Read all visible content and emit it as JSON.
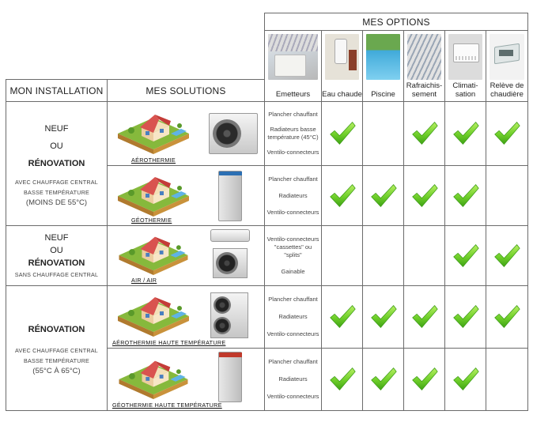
{
  "headers": {
    "options": "MES OPTIONS",
    "installation": "MON INSTALLATION",
    "solutions": "MES SOLUTIONS"
  },
  "options": [
    {
      "label": "Emetteurs"
    },
    {
      "label": "Eau chaude"
    },
    {
      "label": "Piscine"
    },
    {
      "label": "Rafraichis-sement"
    },
    {
      "label": "Climati-sation"
    },
    {
      "label": "Relève de chaudière"
    }
  ],
  "rows": [
    {
      "installation": {
        "l1": "NEUF",
        "l2": "OU",
        "l3": "RÉNOVATION",
        "l4": "AVEC CHAUFFAGE CENTRAL",
        "l5": "BASSE TEMPÉRATURE",
        "l6": "(MOINS DE 55°C)"
      },
      "solution": "AÉROTHERMIE",
      "emitters": [
        "Plancher chauffant",
        "Radiateurs basse température (45°C)",
        "Ventilo-connecteurs"
      ],
      "checks": [
        true,
        false,
        true,
        true,
        true
      ]
    },
    {
      "solution": "GÉOTHERMIE",
      "emitters": [
        "Plancher chauffant",
        "Radiateurs",
        "Ventilo-connecteurs"
      ],
      "checks": [
        true,
        true,
        true,
        true,
        false
      ]
    },
    {
      "installation": {
        "l1": "NEUF",
        "l2": "OU",
        "l3": "RÉNOVATION",
        "l4": "SANS CHAUFFAGE CENTRAL"
      },
      "solution": "AIR / AIR",
      "emitters": [
        "Ventilo-connecteurs \"cassettes\" ou \"splits\"",
        "Gainable"
      ],
      "checks": [
        false,
        false,
        false,
        true,
        true
      ]
    },
    {
      "installation": {
        "l1": "RÉNOVATION",
        "l2": "AVEC CHAUFFAGE CENTRAL",
        "l3": "BASSE TEMPÉRATURE",
        "l4": "(55°C À 65°C)"
      },
      "solution": "AÉROTHERMIE HAUTE TEMPÉRATURE",
      "emitters": [
        "Plancher chauffant",
        "Radiateurs",
        "Ventilo-connecteurs"
      ],
      "checks": [
        true,
        true,
        true,
        true,
        true
      ]
    },
    {
      "solution": "GÉOTHERMIE HAUTE TEMPÉRATURE",
      "emitters": [
        "Plancher chauffant",
        "Radiateurs",
        "Ventilo-connecteurs"
      ],
      "checks": [
        true,
        true,
        true,
        true,
        false
      ]
    }
  ],
  "colors": {
    "check": "#6fcf2a",
    "check_dark": "#3fa215",
    "border": "#6b6b6b",
    "grass": "#86b93c",
    "earth": "#c9923b",
    "roof": "#d9534f"
  }
}
